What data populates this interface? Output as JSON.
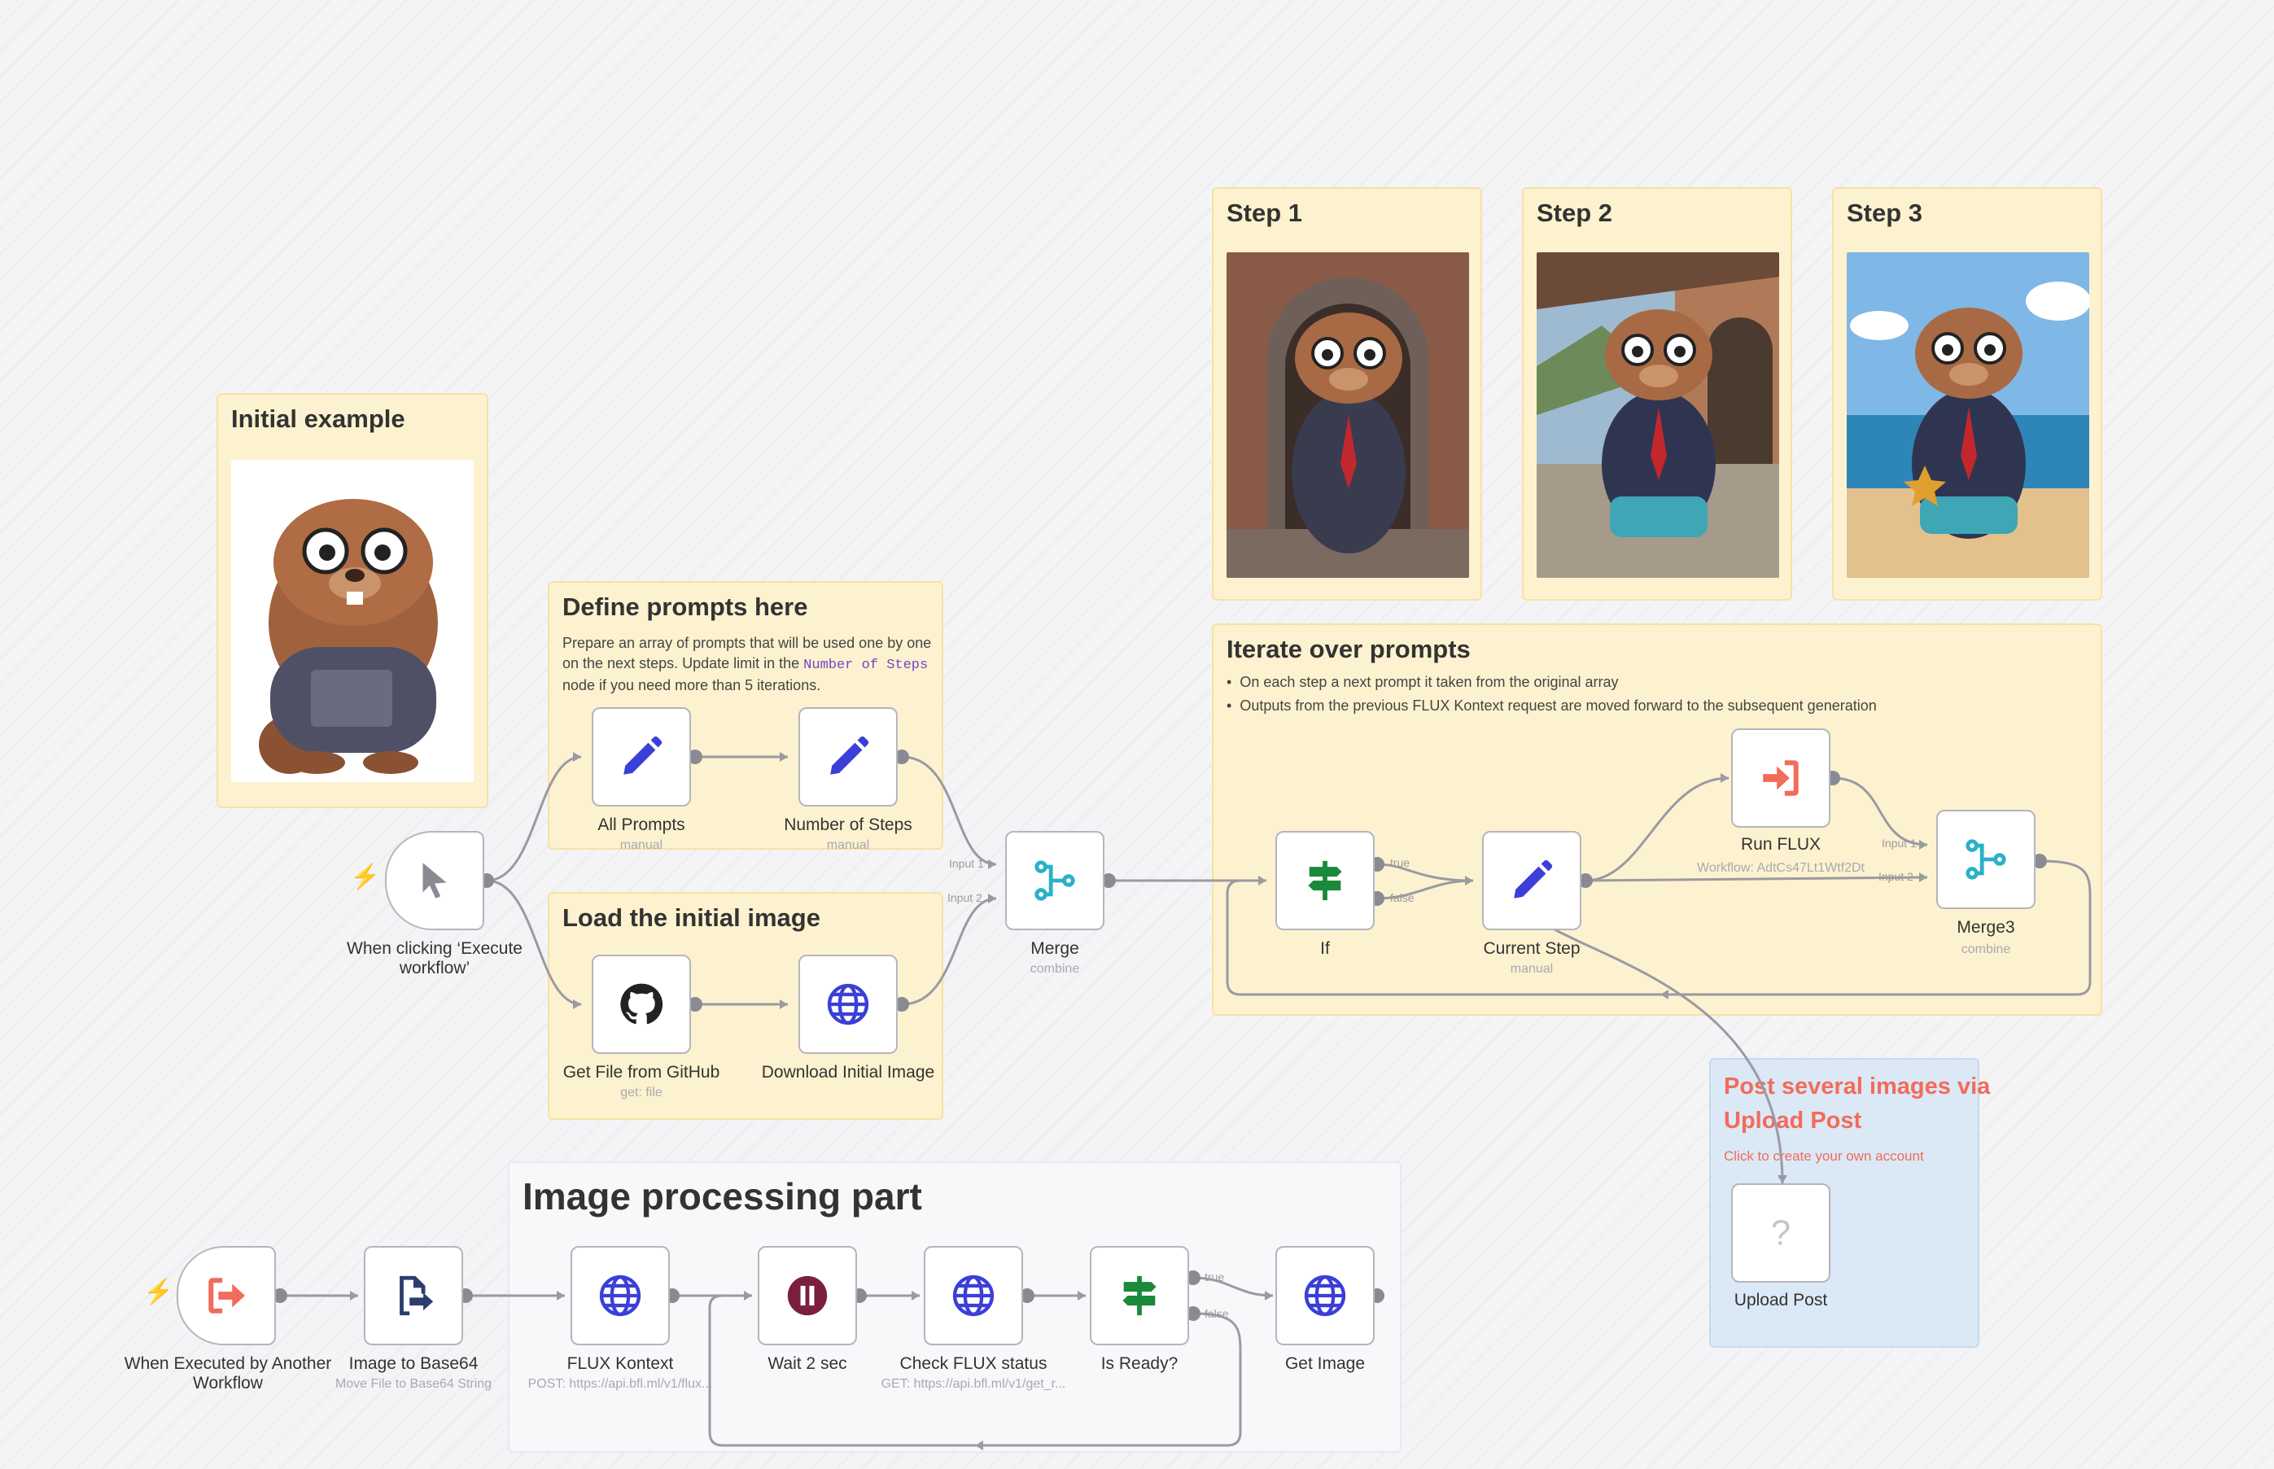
{
  "stickies": {
    "initial_example": {
      "title": "Initial example"
    },
    "step1": {
      "title": "Step 1"
    },
    "step2": {
      "title": "Step 2"
    },
    "step3": {
      "title": "Step 3"
    },
    "define_prompts": {
      "title": "Define prompts here",
      "text_1": "Prepare an array of prompts that will be used one by one on the next steps. Update limit in the ",
      "code": "Number of Steps",
      "text_2": " node if you need more than 5 iterations."
    },
    "load_image": {
      "title": "Load the initial image"
    },
    "iterate": {
      "title": "Iterate over prompts",
      "bullet_1": "On each step a next prompt it taken from the original array",
      "bullet_2": "Outputs from the previous FLUX Kontext request are moved forward to the subsequent generation"
    },
    "upload_post": {
      "title": "Post several images via Upload Post",
      "link": "Click to create your own account"
    },
    "image_processing": {
      "title": "Image processing part"
    }
  },
  "nodes": {
    "trigger": {
      "label": "When clicking ‘Execute workflow’"
    },
    "all_prompts": {
      "label": "All Prompts",
      "sub": "manual"
    },
    "number_steps": {
      "label": "Number of Steps",
      "sub": "manual"
    },
    "github": {
      "label": "Get File from GitHub",
      "sub": "get: file"
    },
    "download": {
      "label": "Download Initial Image"
    },
    "merge": {
      "label": "Merge",
      "sub": "combine",
      "in1": "Input 1",
      "in2": "Input 2"
    },
    "if": {
      "label": "If",
      "true": "true",
      "false": "false"
    },
    "current_step": {
      "label": "Current Step",
      "sub": "manual"
    },
    "run_flux": {
      "label": "Run FLUX",
      "sub": "Workflow: AdtCs47Lt1Wtf2Dt"
    },
    "merge3": {
      "label": "Merge3",
      "sub": "combine",
      "in1": "Input 1",
      "in2": "Input 2"
    },
    "upload_post": {
      "label": "Upload Post"
    },
    "exec_trigger": {
      "label": "When Executed by Another Workflow"
    },
    "img_b64": {
      "label": "Image to Base64",
      "sub": "Move File to Base64 String"
    },
    "flux_kontext": {
      "label": "FLUX Kontext",
      "sub": "POST: https://api.bfl.ml/v1/flux..."
    },
    "wait": {
      "label": "Wait 2 sec"
    },
    "check_status": {
      "label": "Check FLUX status",
      "sub": "GET: https://api.bfl.ml/v1/get_r..."
    },
    "is_ready": {
      "label": "Is Ready?",
      "true": "true",
      "false": "false"
    },
    "get_image": {
      "label": "Get Image"
    }
  },
  "colors": {
    "accent": "#f26b5b",
    "sticky_yellow": "#fdf2cf",
    "sticky_blue": "#dbe8f6",
    "edit_icon": "#3b3fd8",
    "if_icon": "#1a8a3a",
    "merge_icon": "#2bb0c9",
    "wait_icon": "#7a1f3d"
  },
  "icons": [
    "cursor-icon",
    "pencil-icon",
    "github-icon",
    "globe-icon",
    "merge-icon",
    "signpost-icon",
    "sign-in-icon",
    "question-icon",
    "sign-out-icon",
    "file-convert-icon",
    "pause-icon",
    "bolt-icon"
  ]
}
